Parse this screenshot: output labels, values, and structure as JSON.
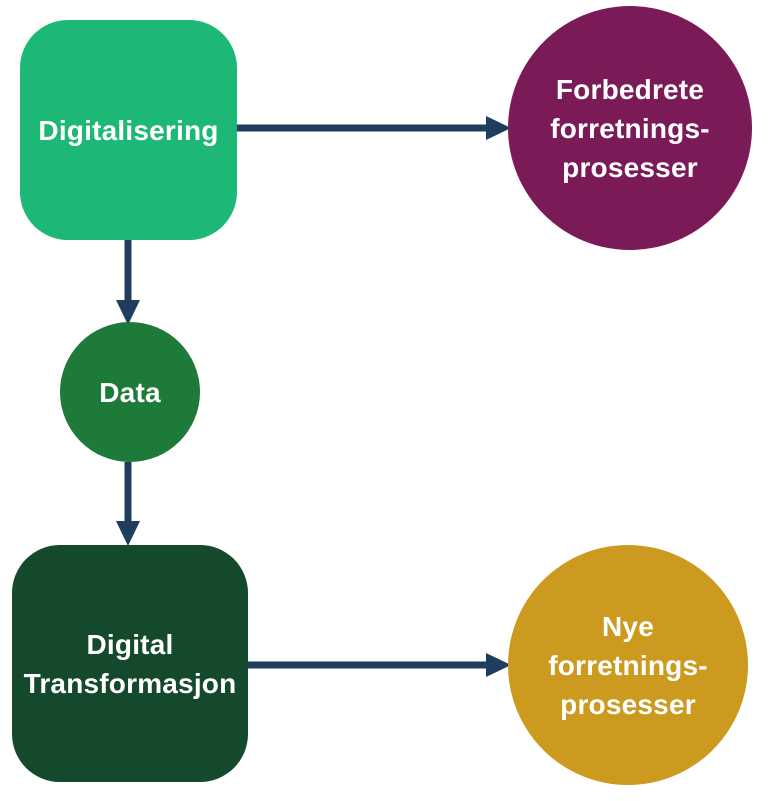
{
  "diagram": {
    "background": "#ffffff",
    "arrow_color": "#1f3d5c",
    "text_color": "#ffffff",
    "nodes": {
      "digitalisering": {
        "label": "Digitalisering",
        "shape": "rounded-square",
        "fill": "#1db876",
        "text_color": "#ffffff"
      },
      "forbedrete_forretningsprosesser": {
        "label": "Forbedrete\nforretnings-\nprosesser",
        "shape": "circle",
        "fill": "#7a1b58",
        "text_color": "#ffffff"
      },
      "data": {
        "label": "Data",
        "shape": "circle",
        "fill": "#1e7a38",
        "text_color": "#ffffff"
      },
      "digital_transformasjon": {
        "label": "Digital\nTransformasjon",
        "shape": "rounded-square",
        "fill": "#15492b",
        "text_color": "#ffffff"
      },
      "nye_forretningsprosesser": {
        "label": "Nye\nforretnings-\nprosesser",
        "shape": "circle",
        "fill": "#cb9a1e",
        "text_color": "#ffffff"
      }
    },
    "edges": [
      {
        "from": "digitalisering",
        "to": "forbedrete_forretningsprosesser",
        "direction": "right"
      },
      {
        "from": "digitalisering",
        "to": "data",
        "direction": "down"
      },
      {
        "from": "data",
        "to": "digital_transformasjon",
        "direction": "down"
      },
      {
        "from": "digital_transformasjon",
        "to": "nye_forretningsprosesser",
        "direction": "right"
      }
    ]
  }
}
